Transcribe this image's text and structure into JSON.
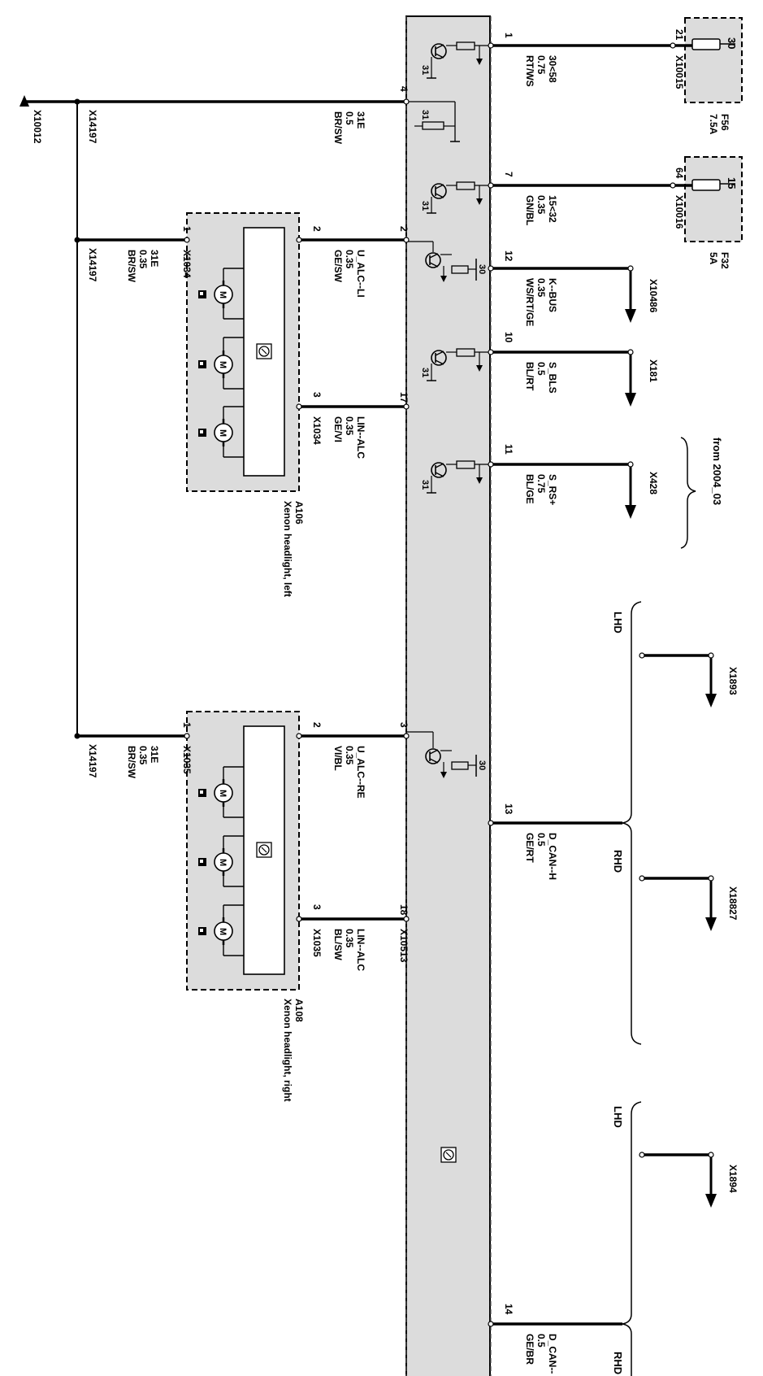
{
  "main_module": {
    "pins": [
      {
        "pin": "1",
        "wire": "30<58",
        "size": "0.75",
        "color": "RT/WS"
      },
      {
        "pin": "4",
        "wire": "31E",
        "size": "0.5",
        "color": "BR/SW"
      },
      {
        "pin": "7",
        "wire": "15<32",
        "size": "0.35",
        "color": "GN/BL"
      },
      {
        "pin": "12",
        "wire": "K--BUS",
        "size": "0.35",
        "color": "WS/RT/GE"
      },
      {
        "pin": "10",
        "wire": "S_BLS",
        "size": "0.5",
        "color": "BL/RT"
      },
      {
        "pin": "11",
        "wire": "S_RS+",
        "size": "0.75",
        "color": "BL/GE"
      },
      {
        "pin": "13",
        "wire": "D_CAN--H",
        "size": "0.5",
        "color": "GE/RT"
      },
      {
        "pin": "14",
        "wire": "D_CAN--",
        "size": "0.5",
        "color": "GE/BR"
      }
    ],
    "left_pins": {
      "p2": "2",
      "p17": "17",
      "p3": "3",
      "p18": "18"
    },
    "connector": "X10513",
    "ground_label": "31",
    "supply_label": "30"
  },
  "fuses": [
    {
      "name": "F56",
      "rating": "7.5A",
      "connector": "X10015",
      "pin": "21",
      "terminal": "30"
    },
    {
      "name": "F32",
      "rating": "5A",
      "connector": "X10016",
      "pin": "64",
      "terminal": "15"
    }
  ],
  "destinations": {
    "kbus": "X10486",
    "bls": "X181",
    "rs": "X428",
    "lhd1": "X1893",
    "rhd1": "X18827",
    "lhd2": "X1894"
  },
  "annotations": {
    "from": "from 2004_03",
    "lhd": "LHD",
    "rhd": "RHD"
  },
  "ground": {
    "main": "X10012",
    "splice_top": "X14197",
    "splice_mid": "X14197",
    "splice_bot": "X14197"
  },
  "headlight_left": {
    "id": "A106",
    "name": "Xenon headlight, left",
    "connector": "X1034",
    "pin1": "1",
    "pin2": "2",
    "pin3": "3",
    "gnd_wire": "31E",
    "gnd_size": "0.35",
    "gnd_color": "BR/SW",
    "w2_name": "U_ALC--LI",
    "w2_size": "0.35",
    "w2_color": "GE/SW",
    "w3_name": "LIN--ALC",
    "w3_size": "0.35",
    "w3_color": "GE/VI",
    "motor": "M"
  },
  "headlight_right": {
    "id": "A108",
    "name": "Xenon headlight, right",
    "connector": "X1035",
    "pin1": "1",
    "pin2": "2",
    "pin3": "3",
    "gnd_wire": "31E",
    "gnd_size": "0.35",
    "gnd_color": "BR/SW",
    "w2_name": "U_ALC--RE",
    "w2_size": "0.35",
    "w2_color": "VI/BL",
    "w3_name": "LIN--ALC",
    "w3_size": "0.35",
    "w3_color": "BL/SW",
    "motor": "M"
  }
}
